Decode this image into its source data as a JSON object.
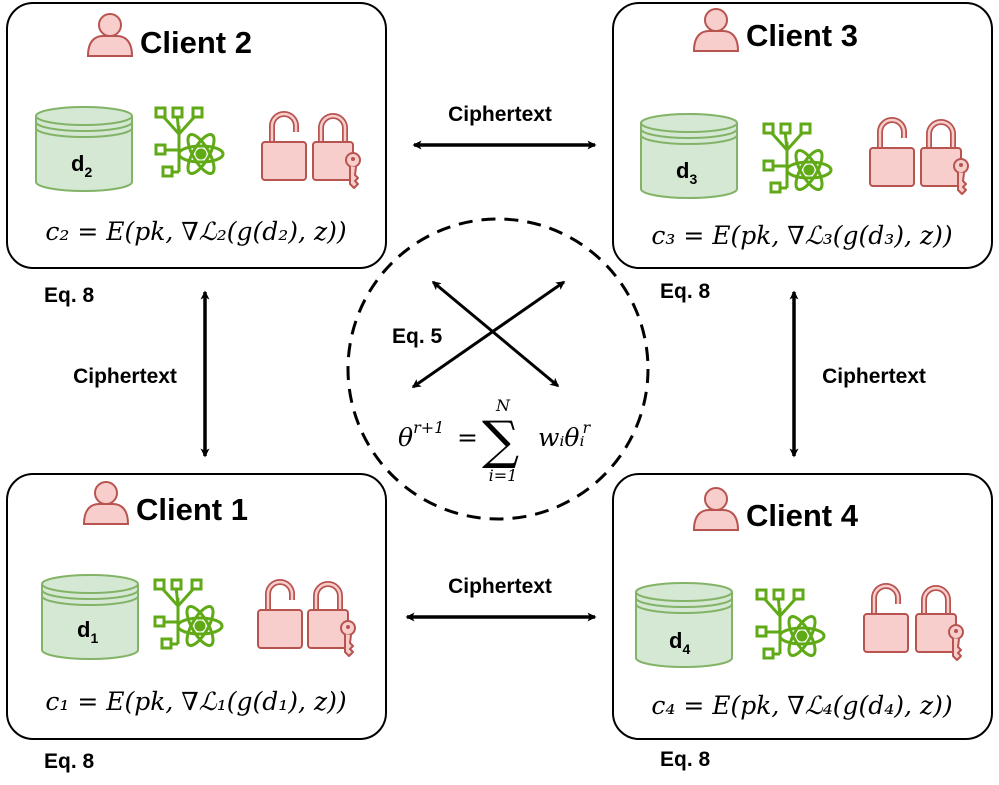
{
  "clients": [
    {
      "id": "client-2",
      "title": "Client 2",
      "data_label": "d",
      "data_index": "2",
      "formula": "c₂ = E(pk, ∇ℒ₂(g(d₂), z))",
      "eq_label": "Eq. 8"
    },
    {
      "id": "client-3",
      "title": "Client 3",
      "data_label": "d",
      "data_index": "3",
      "formula": "c₃ = E(pk, ∇ℒ₃(g(d₃), z))",
      "eq_label": "Eq. 8"
    },
    {
      "id": "client-1",
      "title": "Client 1",
      "data_label": "d",
      "data_index": "1",
      "formula": "c₁ = E(pk, ∇ℒ₁(g(d₁), z))",
      "eq_label": "Eq. 8"
    },
    {
      "id": "client-4",
      "title": "Client 4",
      "data_label": "d",
      "data_index": "4",
      "formula": "c₄ = E(pk, ∇ℒ₄(g(d₄), z))",
      "eq_label": "Eq. 8"
    }
  ],
  "links": {
    "top": "Ciphertext",
    "bottom": "Ciphertext",
    "left": "Ciphertext",
    "right": "Ciphertext"
  },
  "server": {
    "eq_label": "Eq. 5",
    "lhs": "θ",
    "lhs_sup": "r+1",
    "equals": "=",
    "sum_symbol": "∑",
    "sum_upper": "N",
    "sum_lower": "i=1",
    "term": "wᵢθᵢ",
    "term_sup": "r"
  },
  "colors": {
    "person": "#f8cecc",
    "person_stroke": "#b85450",
    "db_fill": "#d5e8d4",
    "db_stroke": "#82b366",
    "model": "#60a917",
    "lock_fill": "#f8cecc",
    "lock_stroke": "#b85450"
  }
}
